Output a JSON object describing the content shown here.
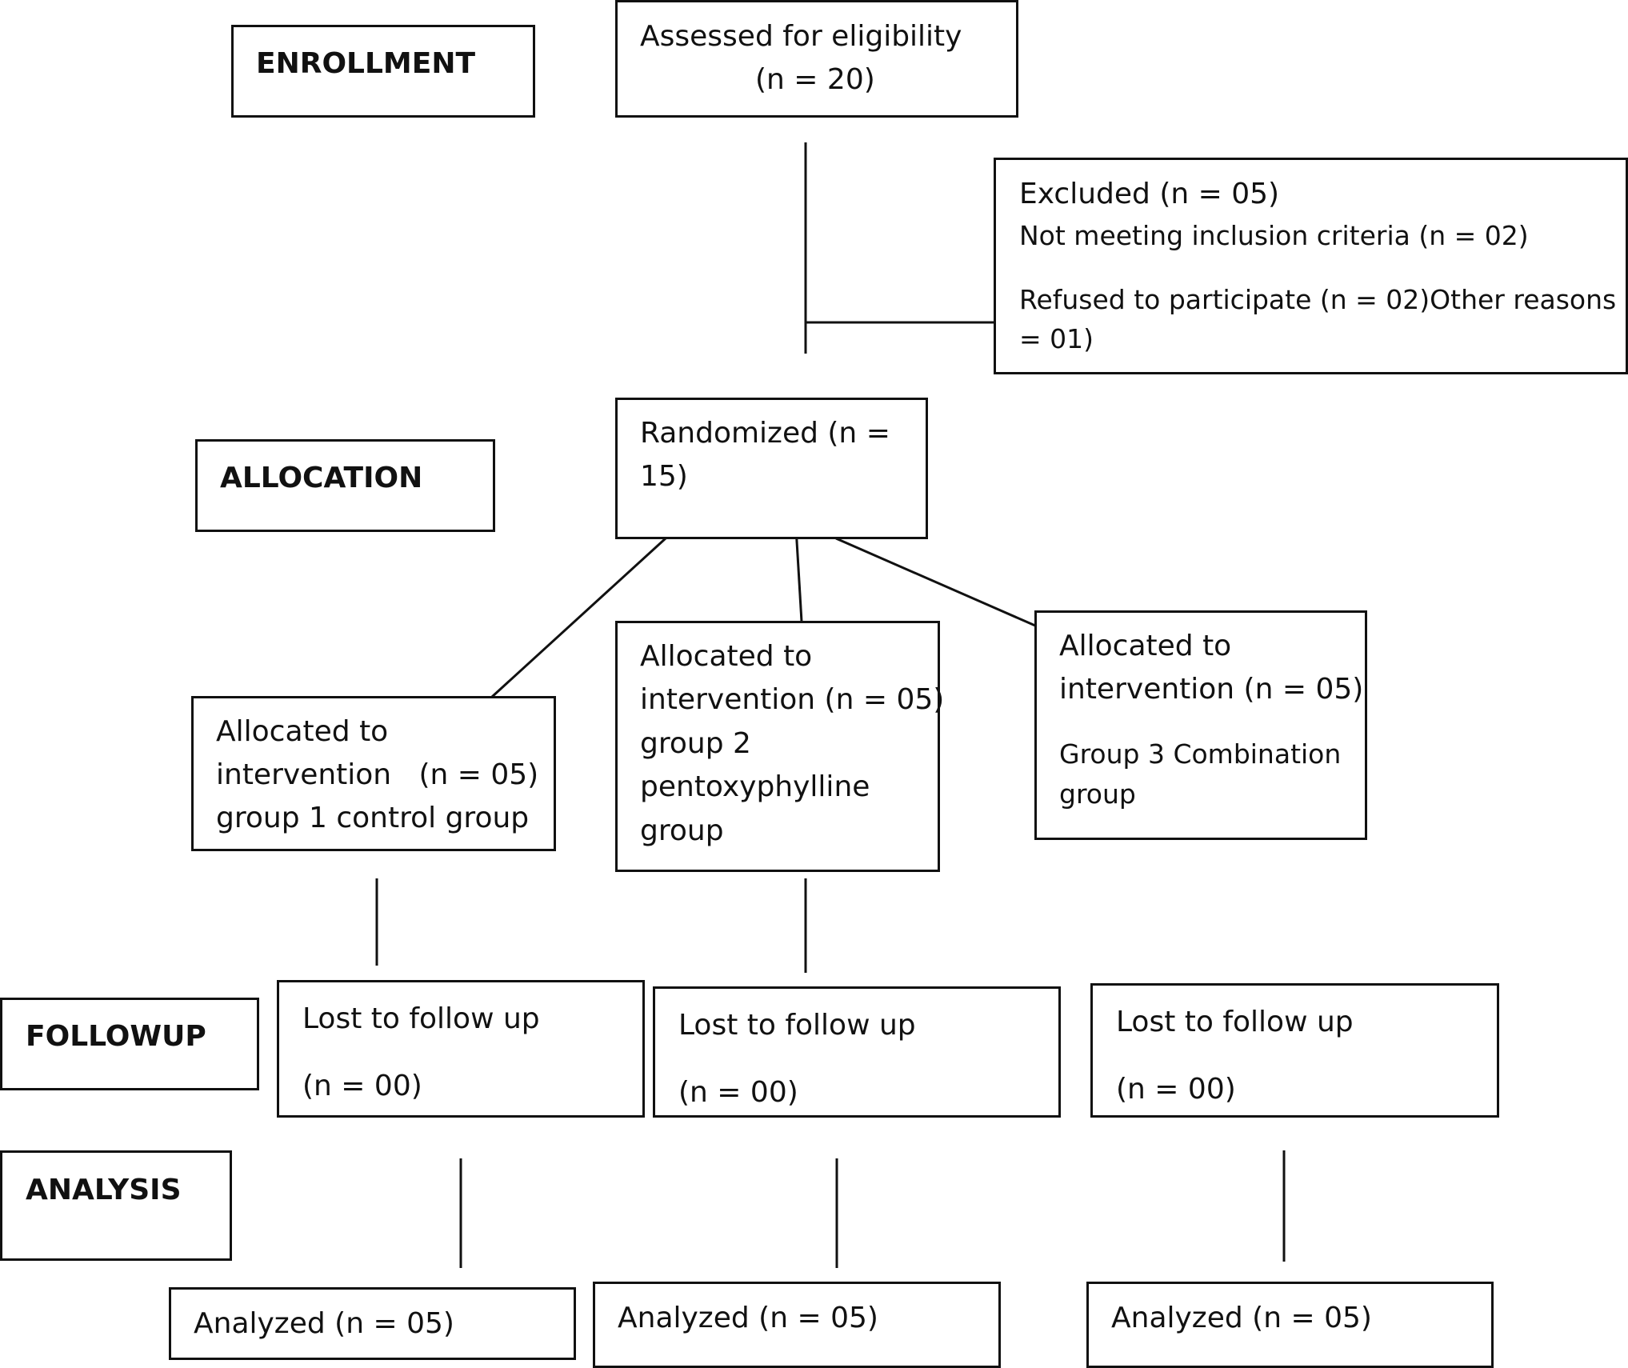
{
  "stages": {
    "enrollment": "ENROLLMENT",
    "allocation": "ALLOCATION",
    "followup": "FOLLOWUP",
    "analysis": "ANALYSIS"
  },
  "assessed": {
    "line1": "Assessed for eligibility",
    "line2": "(n = 20)"
  },
  "excluded": {
    "line1": "Excluded (n = 05)",
    "line2": "Not meeting inclusion criteria (n = 02)",
    "line3": "Refused to participate (n = 02)Other reasons (n",
    "line4": "= 01)"
  },
  "randomized": {
    "line1": "Randomized (n =",
    "line2": "15)"
  },
  "groups": [
    {
      "lines": [
        "Allocated to",
        "intervention   (n = 05)",
        "group 1 control group"
      ],
      "lost": [
        "Lost to follow up",
        "(n = 00)"
      ],
      "analyzed": "Analyzed (n = 05)"
    },
    {
      "lines": [
        "Allocated to",
        "intervention (n = 05)",
        "group 2",
        "pentoxyphylline",
        "group"
      ],
      "lost": [
        "Lost to follow up",
        "(n = 00)"
      ],
      "analyzed": "Analyzed (n = 05)"
    },
    {
      "lines": [
        "Allocated to",
        "intervention (n = 05)",
        "Group 3 Combination",
        "group"
      ],
      "lost": [
        "Lost to follow up",
        "(n = 00)"
      ],
      "analyzed": "Analyzed (n = 05)"
    }
  ]
}
